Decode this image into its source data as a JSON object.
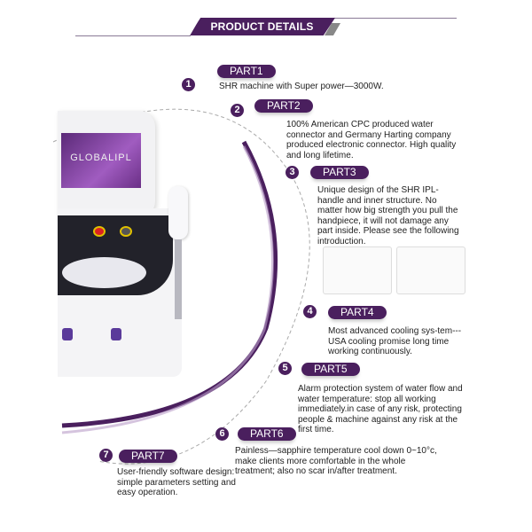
{
  "header": {
    "title": "PRODUCT DETAILS"
  },
  "machine": {
    "screen_brand": "GLOBALIPL"
  },
  "parts": [
    {
      "number": "1",
      "label": "PART1",
      "text": "SHR machine with Super power—3000W."
    },
    {
      "number": "2",
      "label": "PART2",
      "text": "100% American CPC produced water connector and Germany Harting company produced electronic connector. High quality and long lifetime."
    },
    {
      "number": "3",
      "label": "PART3",
      "text": "Unique design of the SHR IPL-handle and inner structure. No matter how big strength you pull the handpiece, it will not damage any part inside. Please see the following introduction."
    },
    {
      "number": "4",
      "label": "PART4",
      "text": "Most advanced cooling sys-tem---USA cooling promise long time working continuously."
    },
    {
      "number": "5",
      "label": "PART5",
      "text": "Alarm protection system of water flow and water temperature: stop all working immediately.in case of any risk, protecting people & machine against any risk at the first time."
    },
    {
      "number": "6",
      "label": "PART6",
      "text": "Painless—sapphire temperature cool down 0~10°c, make clients more comfortable in the whole treatment; also no scar in/after treatment."
    },
    {
      "number": "7",
      "label": "PART7",
      "text": "User-friendly software design: simple parameters setting and easy operation."
    }
  ],
  "colors": {
    "accent": "#4a1f5e"
  }
}
